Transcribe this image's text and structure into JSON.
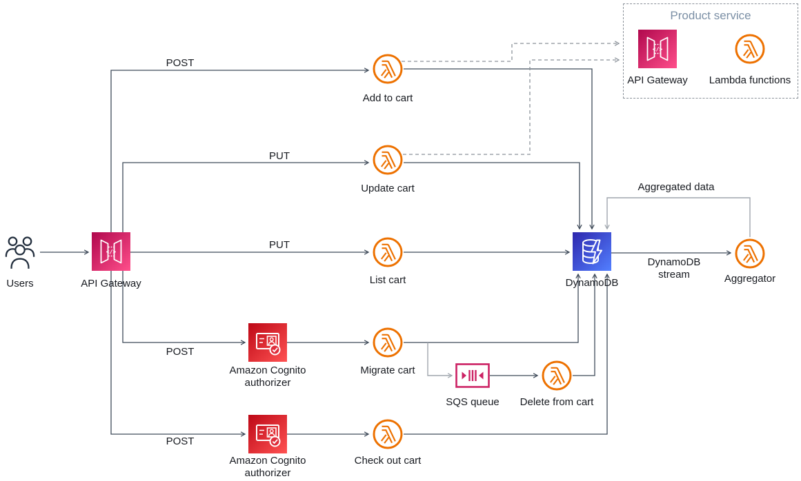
{
  "diagram": {
    "nodes": {
      "users": "Users",
      "api_gateway": "API Gateway",
      "add_to_cart": "Add to cart",
      "update_cart": "Update cart",
      "list_cart": "List cart",
      "migrate_cart": "Migrate cart",
      "check_out_cart": "Check out cart",
      "cognito_authorizer_top": "Amazon Cognito authorizer",
      "cognito_authorizer_bottom": "Amazon Cognito authorizer",
      "sqs_queue": "SQS queue",
      "delete_from_cart": "Delete from cart",
      "dynamodb": "DynamoDB",
      "aggregator": "Aggregator"
    },
    "product_service": {
      "title": "Product service",
      "api_gateway": "API Gateway",
      "lambda_functions": "Lambda functions"
    },
    "edge_labels": {
      "add_method": "POST",
      "update_method": "PUT",
      "list_method": "PUT",
      "migrate_method": "POST",
      "checkout_method": "POST",
      "aggregated_data": "Aggregated data",
      "dynamodb_stream": "DynamoDB stream"
    },
    "colors": {
      "lambda_orange": "#ED7100",
      "api_gateway_pink_start": "#B0084D",
      "api_gateway_pink_end": "#FF4F8B",
      "cognito_red_start": "#BD0816",
      "cognito_red_end": "#FF5252",
      "dynamodb_blue_start": "#2E27AD",
      "dynamodb_blue_end": "#527FFF",
      "sqs_pink": "#CC2264",
      "connector_dark": "#3E4A59",
      "connector_gray": "#9FA6AD",
      "dashed_gray": "#8A9199",
      "users_navy": "#232F3E",
      "text": "#16191F",
      "product_title": "#7B8FA5"
    }
  }
}
